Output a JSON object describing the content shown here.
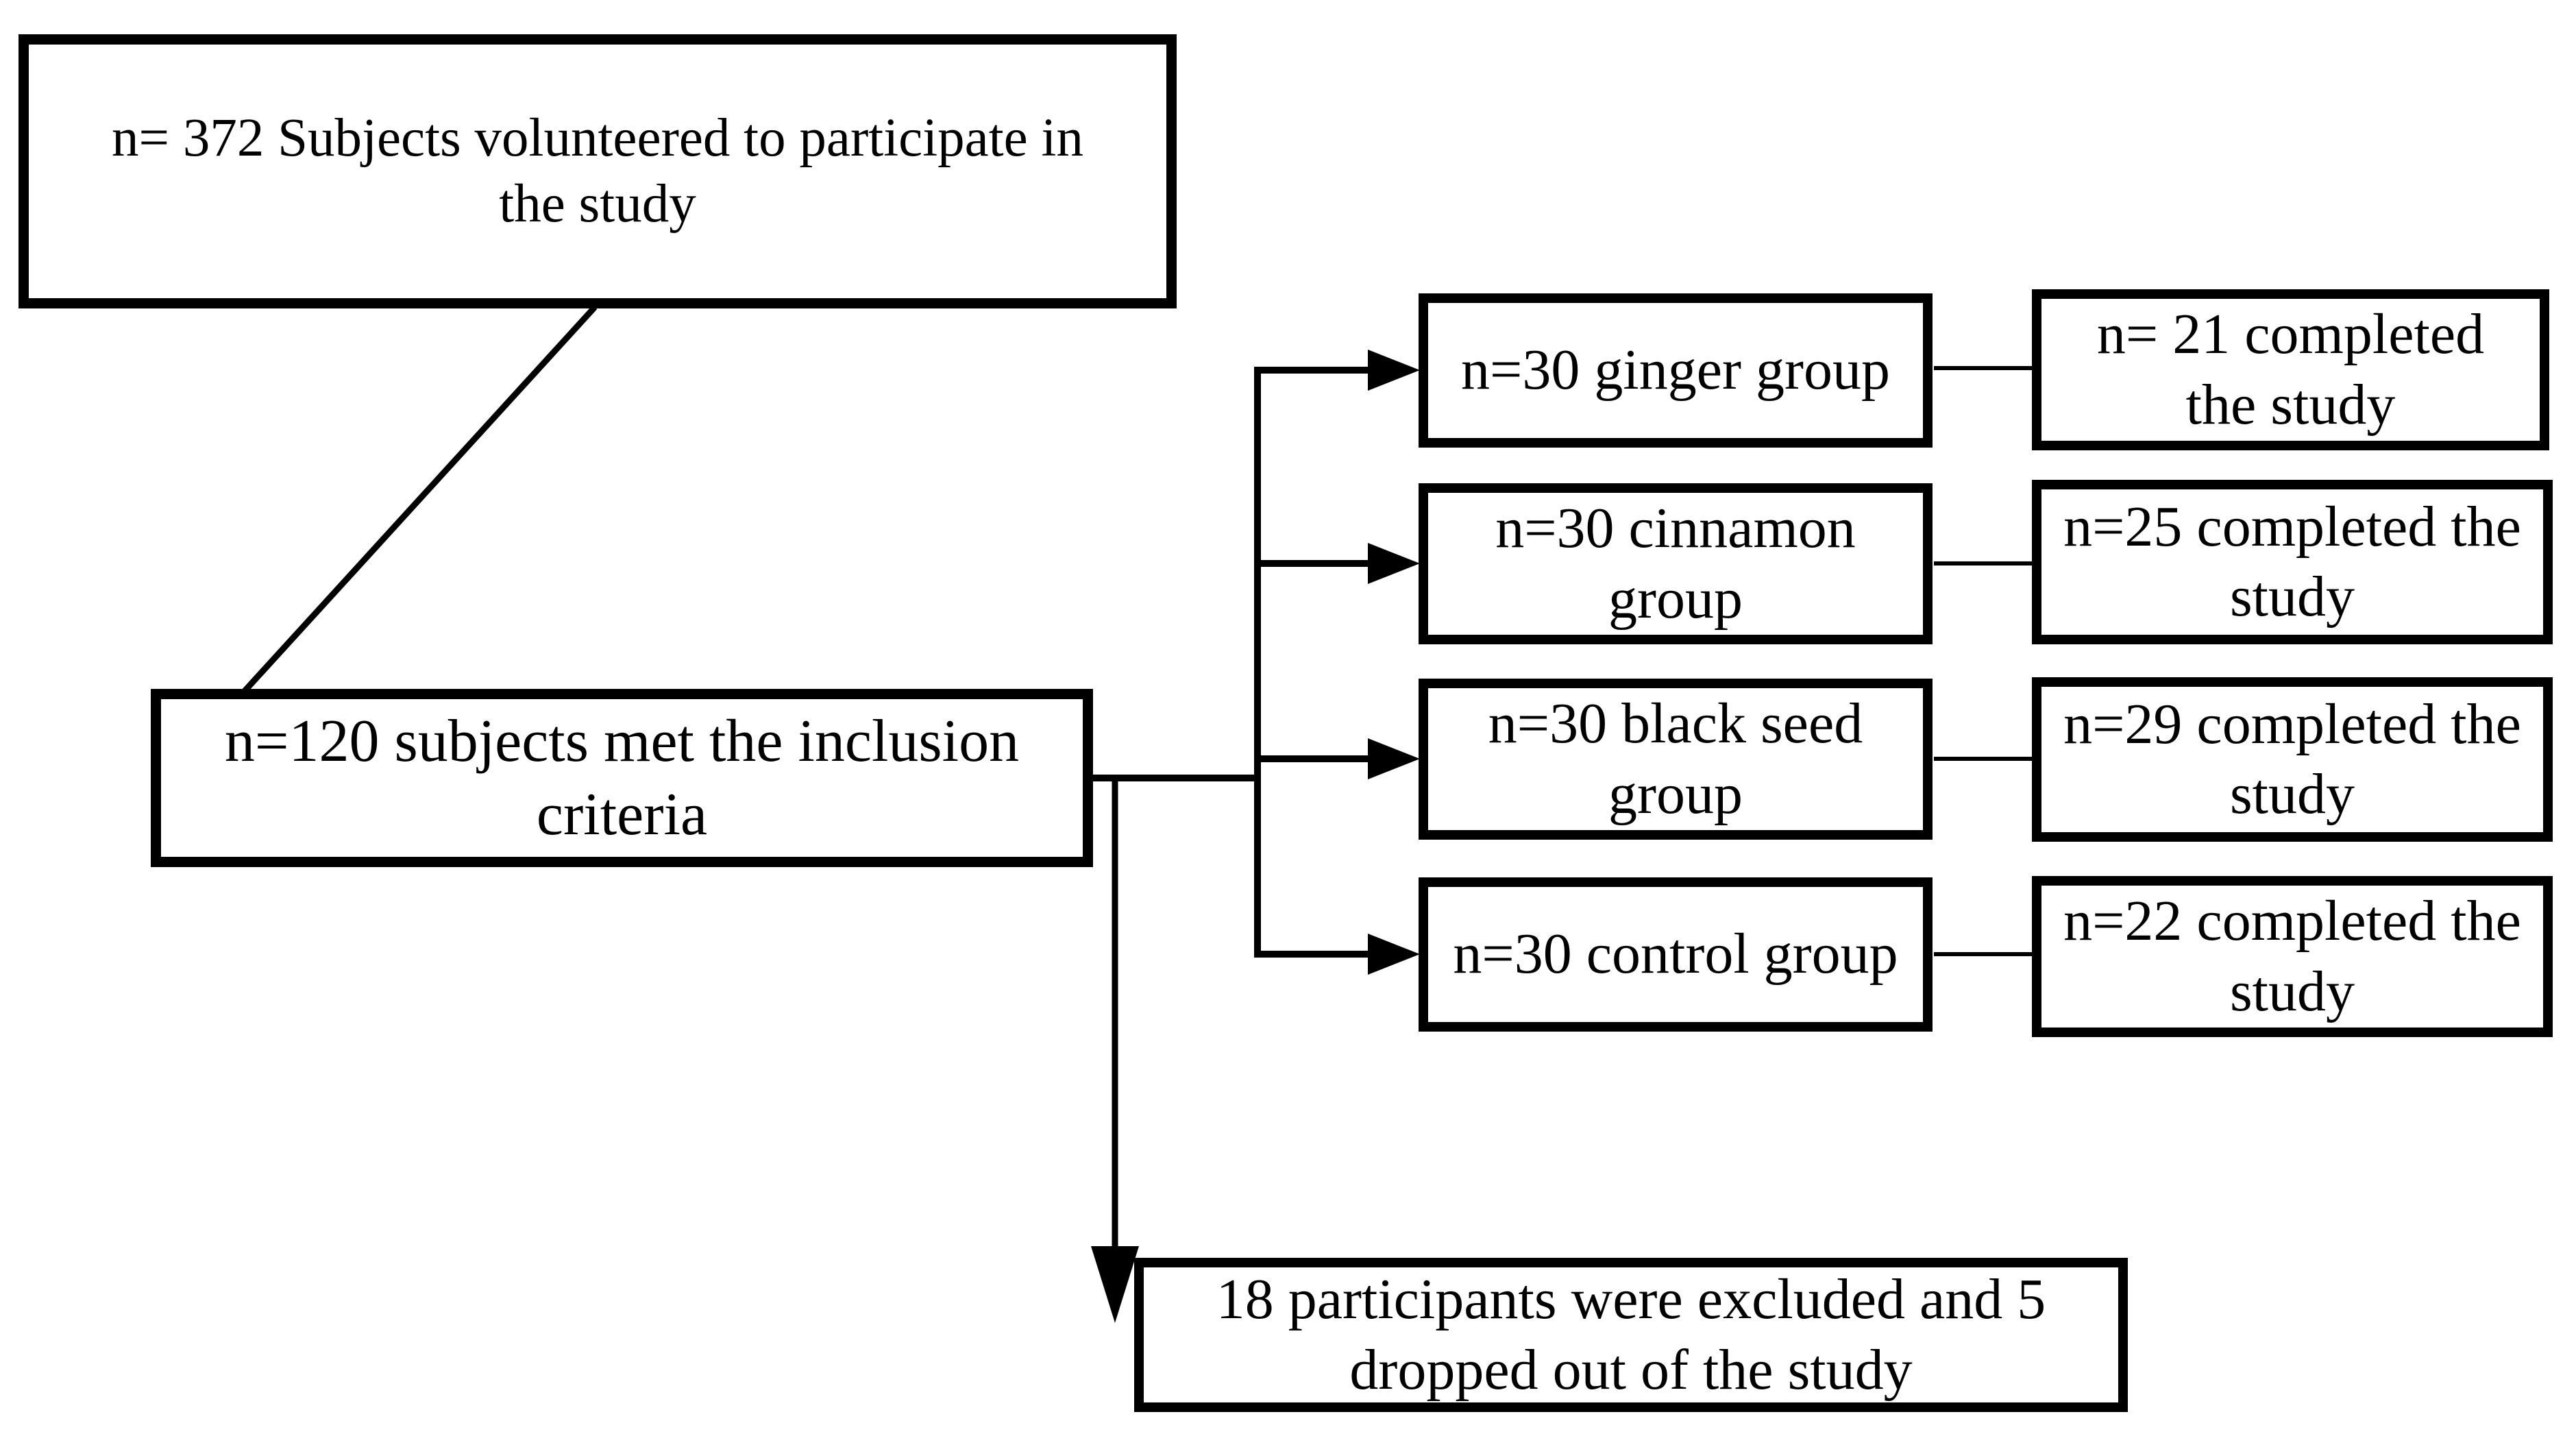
{
  "diagram": {
    "title": "Study participant flow diagram",
    "colors": {
      "background": "#ffffff",
      "box_fill": "#ffffff",
      "box_border": "#000000",
      "line": "#000000",
      "text": "#000000"
    },
    "nodes": {
      "volunteered": [
        "n= 372 Subjects volunteered to participate in",
        "the study"
      ],
      "inclusion": [
        "n=120 subjects met the inclusion",
        "criteria"
      ],
      "ginger": [
        "n=30 ginger group"
      ],
      "ginger_completed": [
        "n= 21 completed",
        "the study"
      ],
      "cinnamon": [
        "n=30 cinnamon",
        "group"
      ],
      "cinnamon_completed": [
        "n=25 completed the",
        "study"
      ],
      "black_seed": [
        "n=30 black seed",
        "group"
      ],
      "black_seed_completed": [
        "n=29 completed the",
        "study"
      ],
      "control": [
        "n=30 control group"
      ],
      "control_completed": [
        "n=22 completed the",
        "study"
      ],
      "excluded": [
        "18 participants were excluded and 5",
        "dropped out of the study"
      ]
    },
    "edges": [
      {
        "from": "volunteered",
        "to": "inclusion",
        "style": "plain-line"
      },
      {
        "from": "inclusion",
        "to": "ginger",
        "style": "arrow"
      },
      {
        "from": "inclusion",
        "to": "cinnamon",
        "style": "arrow"
      },
      {
        "from": "inclusion",
        "to": "black_seed",
        "style": "arrow"
      },
      {
        "from": "inclusion",
        "to": "control",
        "style": "arrow"
      },
      {
        "from": "ginger",
        "to": "ginger_completed",
        "style": "plain-line"
      },
      {
        "from": "cinnamon",
        "to": "cinnamon_completed",
        "style": "plain-line"
      },
      {
        "from": "black_seed",
        "to": "black_seed_completed",
        "style": "plain-line"
      },
      {
        "from": "control",
        "to": "control_completed",
        "style": "plain-line"
      },
      {
        "from": "inclusion",
        "to": "excluded",
        "style": "arrow-down"
      }
    ]
  }
}
